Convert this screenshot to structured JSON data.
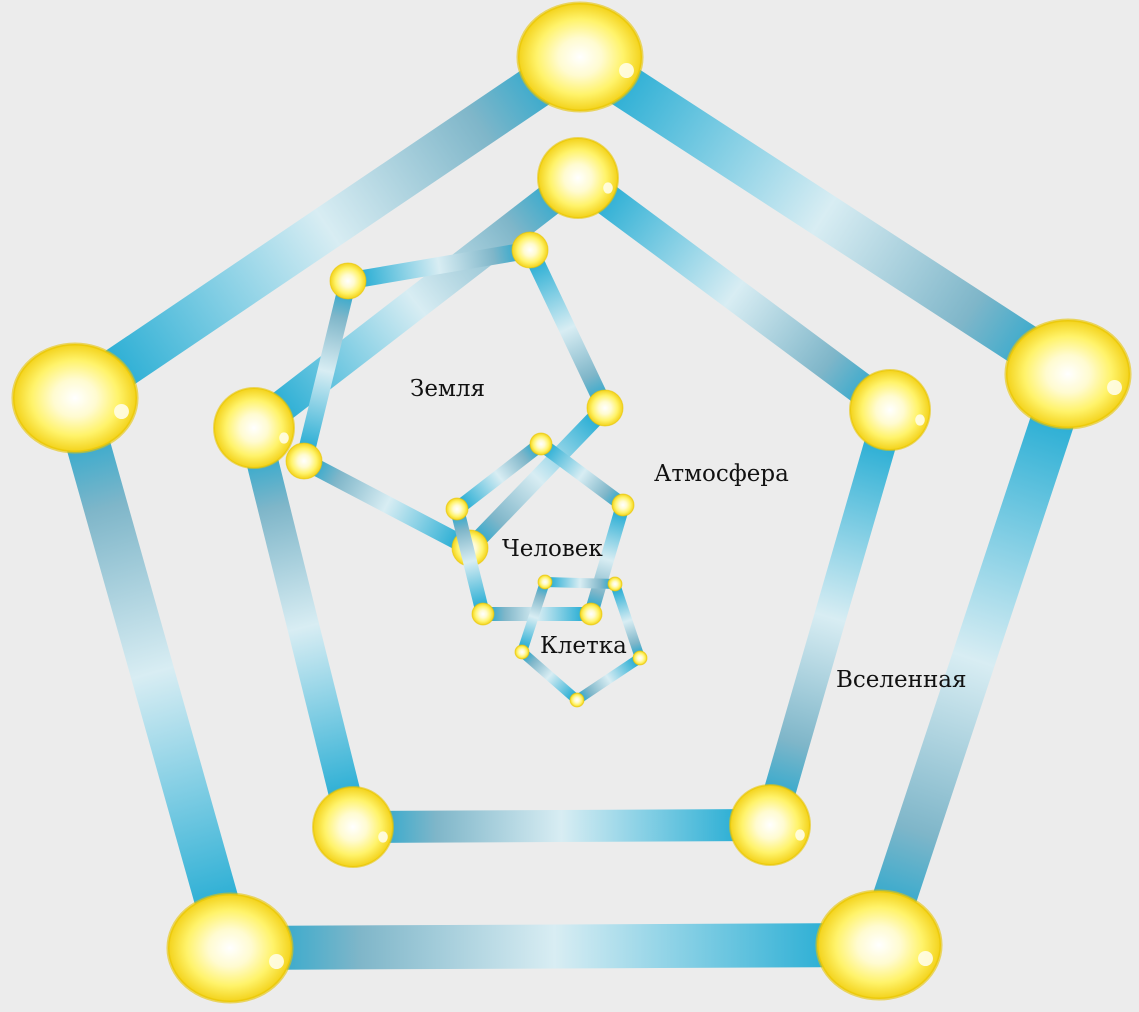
{
  "labels": {
    "universe": "Вселенная",
    "atmosphere": "Атмосфера",
    "earth": "Земля",
    "human": "Человек",
    "cell": "Клетка"
  },
  "colors": {
    "background": "#ececec",
    "edge_dark": "#0ba3cf",
    "edge_light": "#d8edf3",
    "edge_mid": "#7fb6c9",
    "node_center": "#ffffff",
    "node_mid": "#fff36a",
    "node_edge": "#f3d21a",
    "node_rim": "#e8c400"
  },
  "pentagons": [
    {
      "name": "universe-pentagon"
    },
    {
      "name": "atmosphere-pentagon"
    },
    {
      "name": "earth-pentagon"
    },
    {
      "name": "human-pentagon"
    },
    {
      "name": "cell-pentagon"
    }
  ]
}
